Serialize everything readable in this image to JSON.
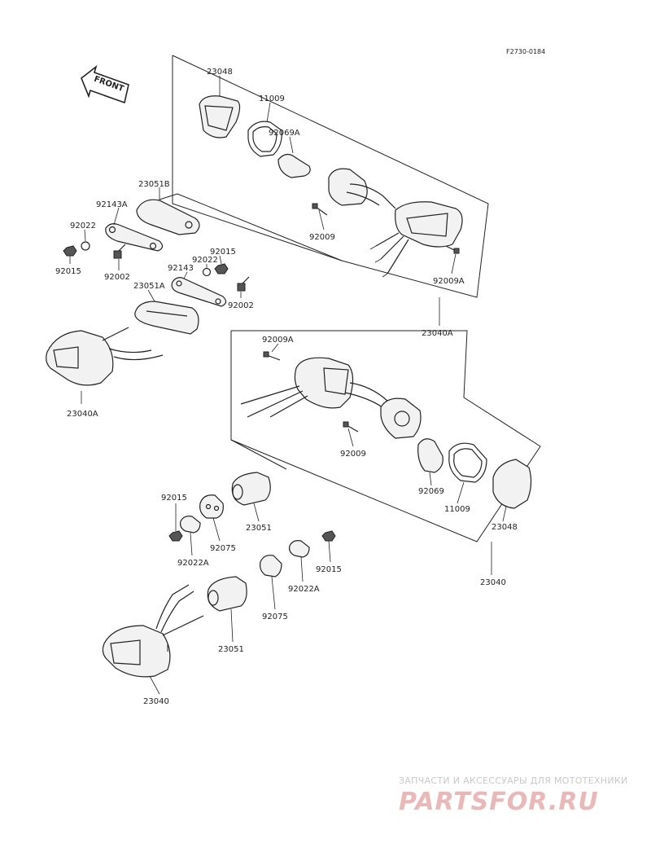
{
  "figure_code": "F2730-0184",
  "front_arrow": "FRONT",
  "labels": {
    "p23048_top": "23048",
    "p11009_top": "11009",
    "p92069A": "92069A",
    "p92009_top": "92009",
    "p92009A_top": "92009A",
    "p23040A_top": "23040A",
    "p23051B": "23051B",
    "p92143A": "92143A",
    "p92022_left": "92022",
    "p92015_left": "92015",
    "p92002_left": "92002",
    "p92015_mid": "92015",
    "p92022_mid": "92022",
    "p92143": "92143",
    "p23051A": "23051A",
    "p92002_mid": "92002",
    "p23040A_left": "23040A",
    "p92009A_mid": "92009A",
    "p92009_mid": "92009",
    "p92069": "92069",
    "p11009_mid": "11009",
    "p23048_mid": "23048",
    "p23040_mid": "23040",
    "p92015_low": "92015",
    "p92022A_low": "92022A",
    "p92075_low": "92075",
    "p23051_low": "23051",
    "p92015_right": "92015",
    "p92022A_right": "92022A",
    "p92075_right": "92075",
    "p23051_bottom": "23051",
    "p23040_bottom": "23040"
  },
  "watermark": {
    "tagline": "ЗАПЧАСТИ И АКСЕССУАРЫ ДЛЯ МОТОТЕХНИКИ",
    "brand": "PARTSFOR.RU"
  }
}
